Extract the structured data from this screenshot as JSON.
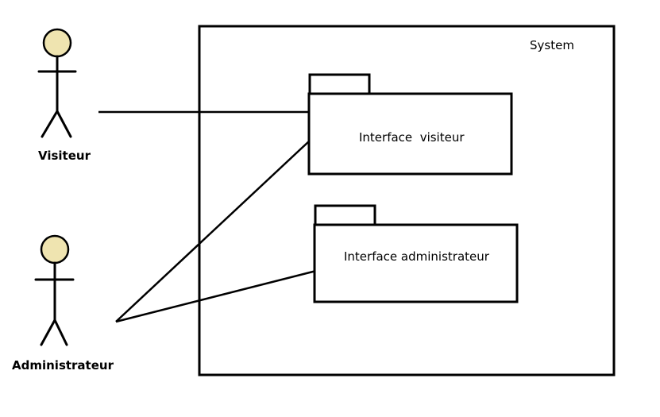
{
  "diagram": {
    "type": "uml-use-case",
    "system": {
      "label": "System"
    },
    "actors": [
      {
        "id": "visiteur",
        "label": "Visiteur"
      },
      {
        "id": "administrateur",
        "label": "Administrateur"
      }
    ],
    "packages": [
      {
        "id": "interface-visiteur",
        "label": "Interface  visiteur"
      },
      {
        "id": "interface-administrateur",
        "label": "Interface administrateur"
      }
    ],
    "associations": [
      {
        "from": "visiteur",
        "to": "interface-visiteur"
      },
      {
        "from": "administrateur",
        "to": "interface-visiteur"
      },
      {
        "from": "administrateur",
        "to": "interface-administrateur"
      }
    ],
    "colors": {
      "stroke": "#000000",
      "actor_head_fill": "#efe4b0",
      "background": "#ffffff"
    }
  }
}
